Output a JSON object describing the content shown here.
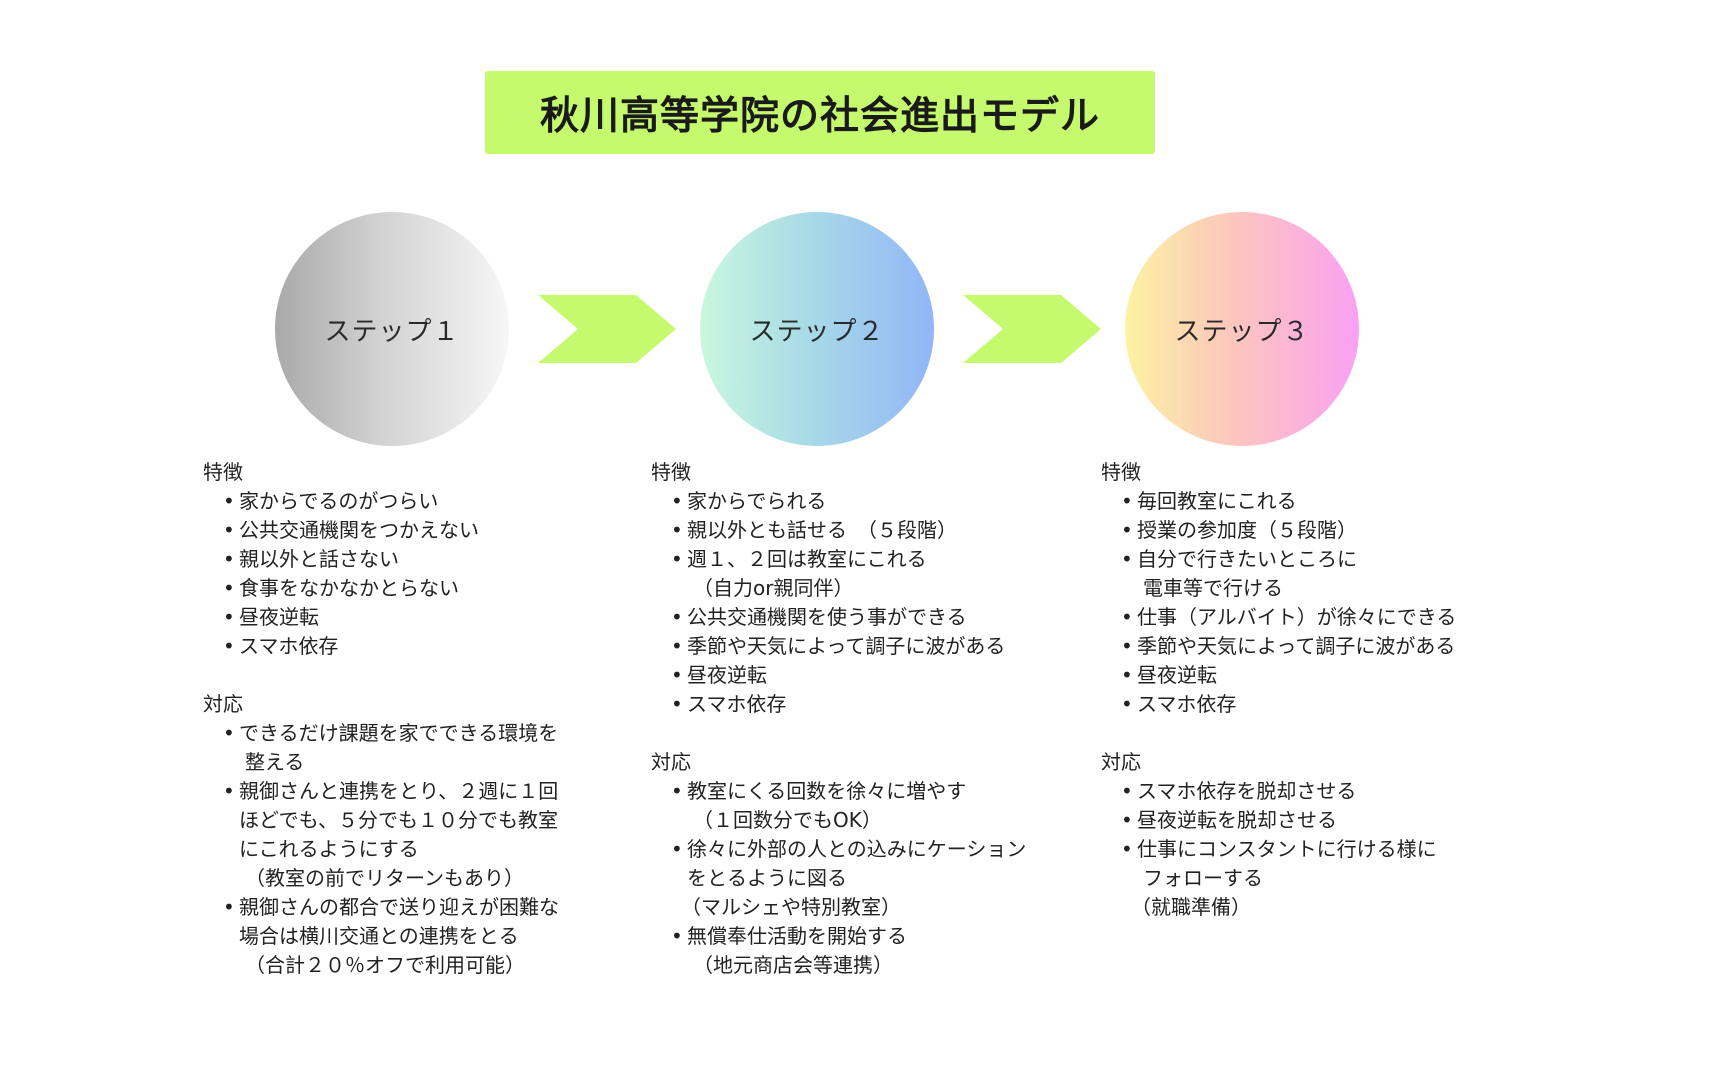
{
  "title": "秋川高等学院の社会進出モデル",
  "colors": {
    "title_bg": "#c6fa6e",
    "chevron": "#c6fa6e",
    "step1_gradient": [
      "#a9a9a9",
      "#f7f7f7"
    ],
    "step2_gradient": [
      "#c9f7df",
      "#91b6f7"
    ],
    "step3_gradient": [
      "#fdf2a2",
      "#faa1f3"
    ]
  },
  "steps": [
    {
      "label": "ステップ１",
      "features_heading": "特徴",
      "features": [
        "家からでるのがつらい",
        "公共交通機関をつかえない",
        "親以外と話さない",
        "食事をなかなかとらない",
        "昼夜逆転",
        "スマホ依存"
      ],
      "responses_heading": "対応",
      "responses": [
        "できるだけ課題を家でできる環境を",
        "整える",
        "親御さんと連携をとり、２週に１回",
        "ほどでも、５分でも１０分でも教室",
        "にこれるようにする",
        "（教室の前でリターンもあり）",
        "親御さんの都合で送り迎えが困難な",
        "場合は横川交通との連携をとる",
        "（合計２０％オフで利用可能）"
      ]
    },
    {
      "label": "ステップ２",
      "features_heading": "特徴",
      "features": [
        "家からでられる",
        "親以外とも話せる　（５段階）",
        "週１、２回は教室にこれる",
        "（自力or親同伴）",
        "公共交通機関を使う事ができる",
        "季節や天気によって調子に波がある",
        "昼夜逆転",
        "スマホ依存"
      ],
      "responses_heading": "対応",
      "responses": [
        "教室にくる回数を徐々に増やす",
        "（１回数分でもOK）",
        "徐々に外部の人との込みにケーション",
        "をとるように図る",
        "（マルシェや特別教室）",
        "無償奉仕活動を開始する",
        "（地元商店会等連携）"
      ]
    },
    {
      "label": "ステップ３",
      "features_heading": "特徴",
      "features": [
        "毎回教室にこれる",
        "授業の参加度（５段階）",
        "自分で行きたいところに",
        "電車等で行ける",
        "仕事（アルバイト）が徐々にできる",
        "季節や天気によって調子に波がある",
        "昼夜逆転",
        "スマホ依存"
      ],
      "responses_heading": "対応",
      "responses": [
        "スマホ依存を脱却させる",
        "昼夜逆転を脱却させる",
        "仕事にコンスタントに行ける様に",
        "フォローする",
        "（就職準備）"
      ]
    }
  ]
}
